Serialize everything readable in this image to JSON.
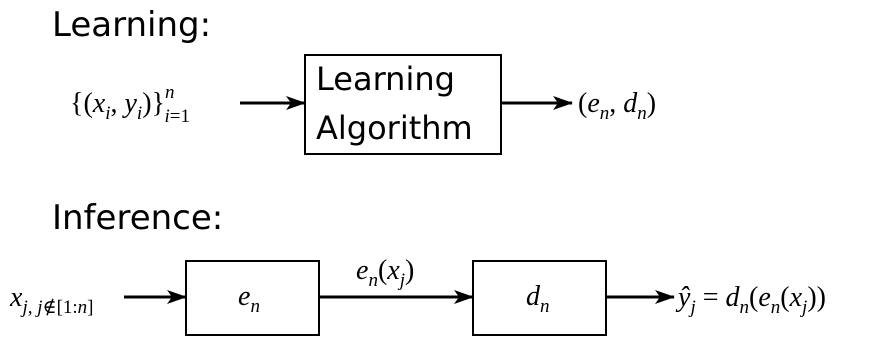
{
  "learning": {
    "heading": "Learning:",
    "input_label": "{(x_i, y_i)}_{i=1}^n",
    "box_line1": "Learning",
    "box_line2": "Algorithm",
    "output_label": "(e_n, d_n)"
  },
  "inference": {
    "heading": "Inference:",
    "input_label": "x_{j, j∉[1:n]}",
    "encoder_label": "e_n",
    "edge_label": "e_n(x_j)",
    "decoder_label": "d_n",
    "output_label": "ŷ_j = d_n(e_n(x_j))"
  }
}
